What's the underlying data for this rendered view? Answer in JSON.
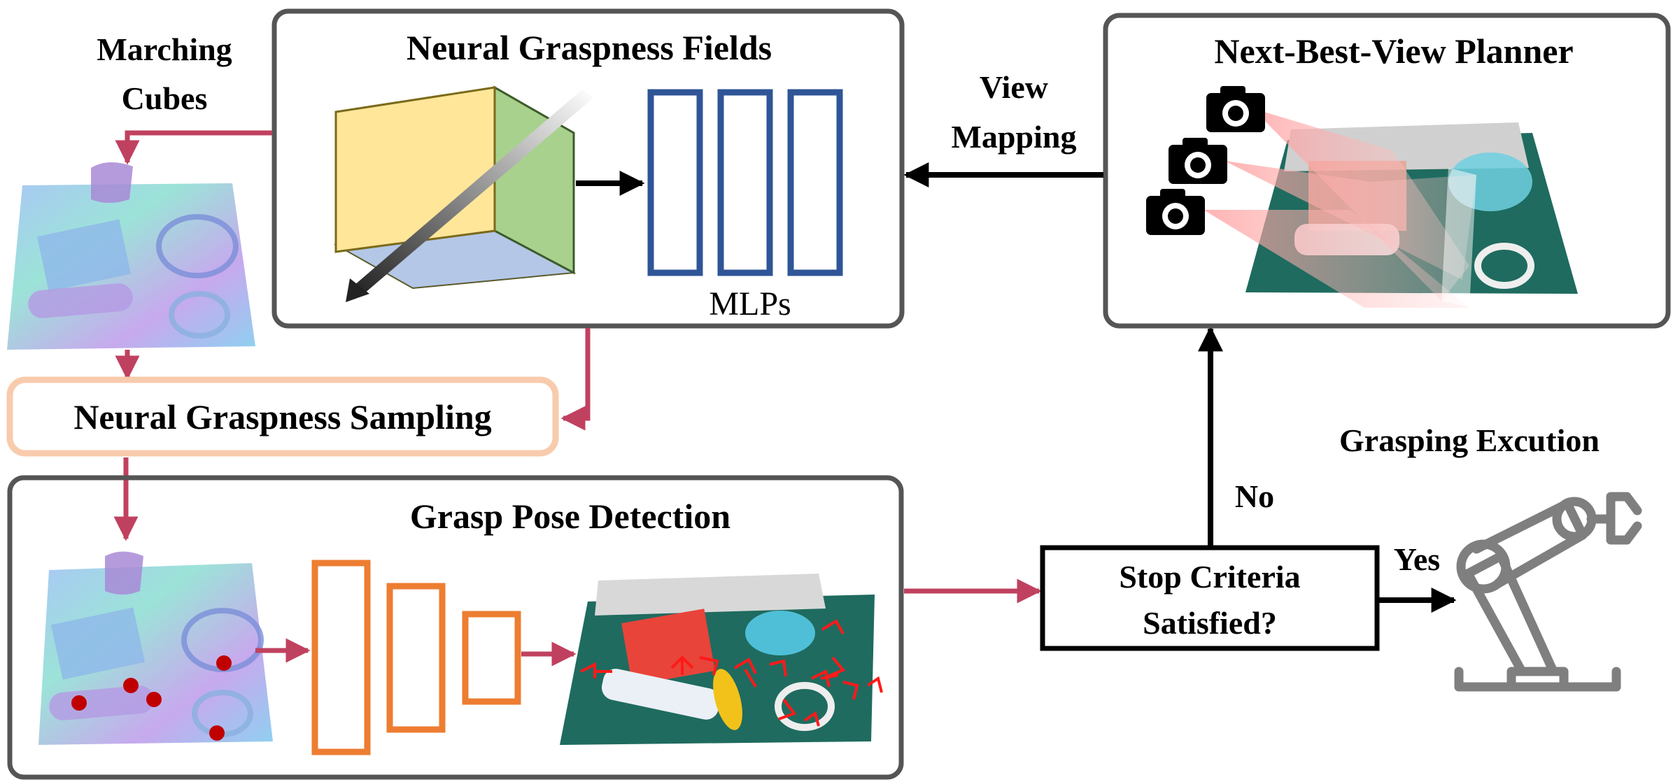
{
  "labels": {
    "marching_line1": "Marching",
    "marching_line2": "Cubes",
    "ngf_title": "Neural Graspness Fields",
    "mlps": "MLPs",
    "view_line1": "View",
    "view_line2": "Mapping",
    "nbv_title": "Next-Best-View Planner",
    "sampling": "Neural Graspness Sampling",
    "gpd_title": "Grasp Pose Detection",
    "stop_line1": "Stop Criteria",
    "stop_line2": "Satisfied?",
    "no": "No",
    "yes": "Yes",
    "grasping": "Grasping Excution"
  },
  "colors": {
    "frame": "#555555",
    "flow_arrow": "#c0415f",
    "mlp_blue": "#2f5597",
    "detector_orange": "#ed7d31",
    "sampling_border": "#f8cbad",
    "cube_front": "#ffe699",
    "cube_side": "#a9d18e",
    "cube_bottom": "#b4c7e7",
    "grasp_point": "#c00000",
    "robot_gray": "#7f7f7f"
  }
}
